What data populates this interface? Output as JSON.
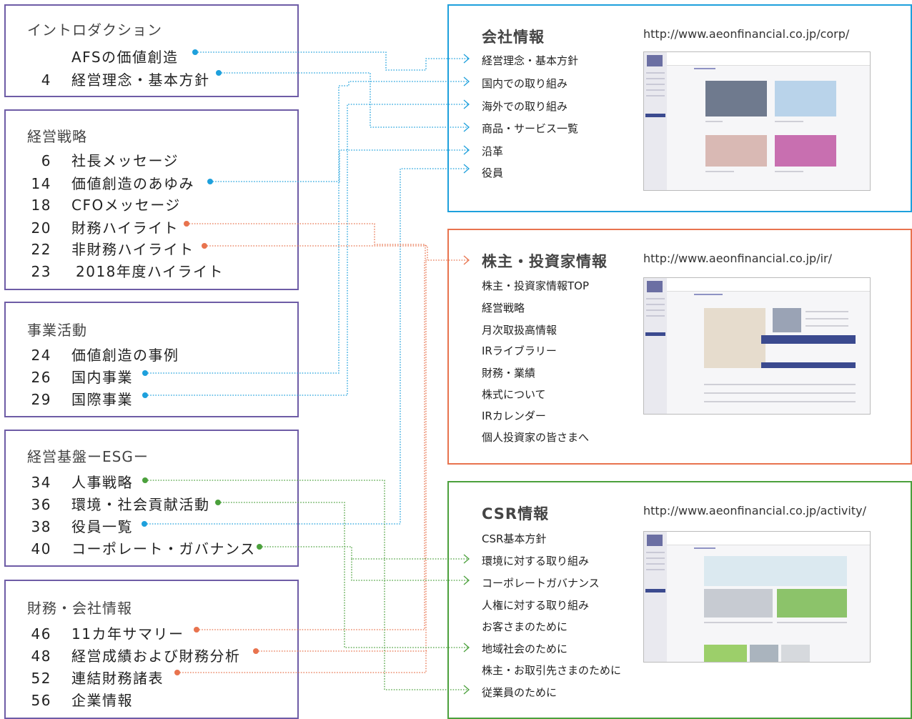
{
  "colors": {
    "box_border": "#6E5CA6",
    "blue": "#1EA0DC",
    "orange": "#E8734E",
    "green": "#4BA03C"
  },
  "sections": [
    {
      "title": "イントロダクション",
      "items": [
        {
          "num": "",
          "label": "AFSの価値創造",
          "dot": "blue"
        },
        {
          "num": "4",
          "label": "経営理念・基本方針",
          "dot": "blue"
        }
      ]
    },
    {
      "title": "経営戦略",
      "items": [
        {
          "num": "6",
          "label": "社長メッセージ",
          "dot": ""
        },
        {
          "num": "14",
          "label": "価値創造のあゆみ",
          "dot": "blue"
        },
        {
          "num": "18",
          "label": "CFOメッセージ",
          "dot": ""
        },
        {
          "num": "20",
          "label": "財務ハイライト",
          "dot": "orange"
        },
        {
          "num": "22",
          "label": "非財務ハイライト",
          "dot": "orange"
        },
        {
          "num": "23",
          "label": "2018年度ハイライト",
          "dot": ""
        }
      ]
    },
    {
      "title": "事業活動",
      "items": [
        {
          "num": "24",
          "label": "価値創造の事例",
          "dot": ""
        },
        {
          "num": "26",
          "label": "国内事業",
          "dot": "blue"
        },
        {
          "num": "29",
          "label": "国際事業",
          "dot": "blue"
        }
      ]
    },
    {
      "title": "経営基盤ーESGー",
      "items": [
        {
          "num": "34",
          "label": "人事戦略",
          "dot": "green"
        },
        {
          "num": "36",
          "label": "環境・社会貢献活動",
          "dot": "green"
        },
        {
          "num": "38",
          "label": "役員一覧",
          "dot": "blue"
        },
        {
          "num": "40",
          "label": "コーポレート・ガバナンス",
          "dot": "green"
        }
      ]
    },
    {
      "title": "財務・会社情報",
      "items": [
        {
          "num": "46",
          "label": "11カ年サマリー",
          "dot": "orange"
        },
        {
          "num": "48",
          "label": "経営成績および財務分析",
          "dot": "orange"
        },
        {
          "num": "52",
          "label": "連結財務諸表",
          "dot": "orange"
        },
        {
          "num": "56",
          "label": "企業情報",
          "dot": ""
        }
      ]
    }
  ],
  "sites": [
    {
      "title": "会社情報",
      "url": "http://www.aeonfinancial.co.jp/corp/",
      "color": "blue",
      "links": [
        "経営理念・基本方針",
        "国内での取り組み",
        "海外での取り組み",
        "商品・サービス一覧",
        "沿革",
        "役員"
      ]
    },
    {
      "title": "株主・投資家情報",
      "url": "http://www.aeonfinancial.co.jp/ir/",
      "color": "orange",
      "links": [
        "株主・投資家情報TOP",
        "経営戦略",
        "月次取扱高情報",
        "IRライブラリー",
        "財務・業績",
        "株式について",
        "IRカレンダー",
        "個人投資家の皆さまへ"
      ]
    },
    {
      "title": "CSR情報",
      "url": "http://www.aeonfinancial.co.jp/activity/",
      "color": "green",
      "links": [
        "CSR基本方針",
        "環境に対する取り組み",
        "コーポレートガバナンス",
        "人権に対する取り組み",
        "お客さまのために",
        "地域社会のために",
        "株主・お取引先さまのために",
        "従業員のために"
      ]
    }
  ]
}
